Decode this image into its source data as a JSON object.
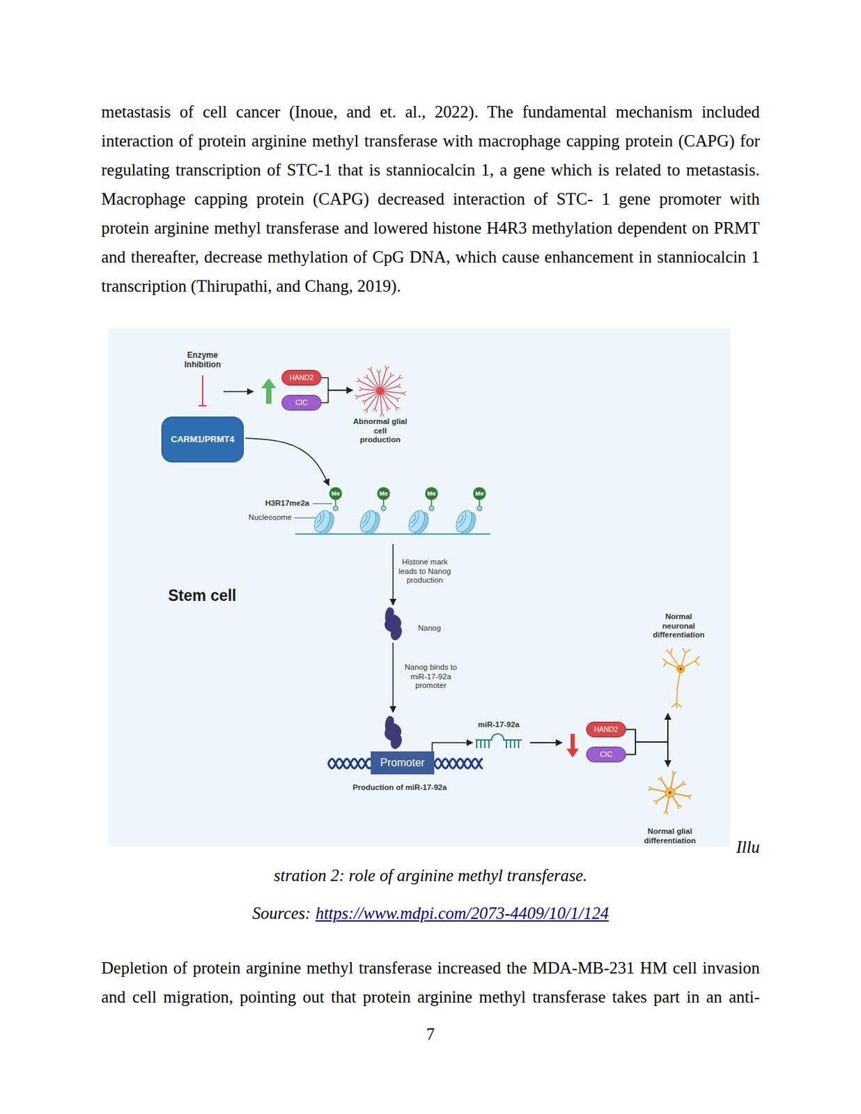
{
  "diagram": {
    "caption": "stration 2: role of arginine methyl transferase.",
    "nodes": [
      {
        "text": [
          "CARM1/PRMT4"
        ]
      },
      {
        "text": [
          "HAND2"
        ]
      },
      {
        "text": [
          "CIC"
        ]
      },
      {
        "text": [
          "Abnormal glial cell production"
        ]
      },
      {
        "text": [
          "H3R17me2a",
          "Nucleosome"
        ]
      },
      {
        "text": [
          "Nanog"
        ]
      },
      {
        "text": [
          "Promoter"
        ]
      },
      {
        "text": [
          "miR-17-92a"
        ]
      },
      {
        "text": [
          "HAND2"
        ]
      },
      {
        "text": [
          "CIC"
        ]
      },
      {
        "text": [
          "Normal neuronal differentiation"
        ]
      },
      {
        "text": [
          "Normal glial differentiation"
        ]
      }
    ],
    "edges": [
      {
        "from": 0,
        "to": 4,
        "arrow": "to"
      },
      {
        "from": 1,
        "to": 3,
        "arrow": "to"
      },
      {
        "from": 2,
        "to": 3,
        "arrow": "to"
      },
      {
        "from": 4,
        "to": 5,
        "label": "Histone mark leads to Nanog production",
        "arrow": "to"
      },
      {
        "from": 5,
        "to": 6,
        "label": "Nanog binds to miR-17-92a promoter",
        "arrow": "to"
      },
      {
        "from": 6,
        "to": 7,
        "arrow": "to"
      },
      {
        "from": 7,
        "to": 8,
        "arrow": "to"
      },
      {
        "from": 7,
        "to": 9,
        "arrow": "to"
      },
      {
        "from": 8,
        "to": 10,
        "arrow": "to"
      },
      {
        "from": 8,
        "to": 11,
        "arrow": "to"
      },
      {
        "from": 9,
        "to": 10,
        "arrow": "to"
      },
      {
        "from": 9,
        "to": 11,
        "arrow": "to"
      }
    ],
    "labels": [
      "metastasis of cell cancer (Inoue, and et. al., 2022). The fundamental mechanism included interaction of protein arginine methyl transferase with macrophage capping protein (CAPG) for regulating transcription of STC-1 that is stanniocalcin 1, a gene which is related to metastasis. Macrophage capping protein (CAPG) decreased interaction of STC- 1 gene promoter with protein arginine methyl transferase and lowered histone H4R3 methylation dependent on PRMT and thereafter, decrease methylation of CpG DNA, which cause enhancement in stanniocalcin 1 transcription (Thirupathi, and Chang, 2019).",
      "Enzyme Inhibition",
      "Me",
      "Me",
      "Me",
      "Me",
      "Stem cell",
      "Production of miR-17-92a",
      "Illu",
      "Sources:",
      "https://www.mdpi.com/2073-4409/10/1/124",
      "Depletion of protein arginine methyl transferase increased the MDA-MB-231 HM cell invasion and cell migration, pointing out that protein arginine methyl transferase takes part in an anti-",
      "7"
    ]
  }
}
